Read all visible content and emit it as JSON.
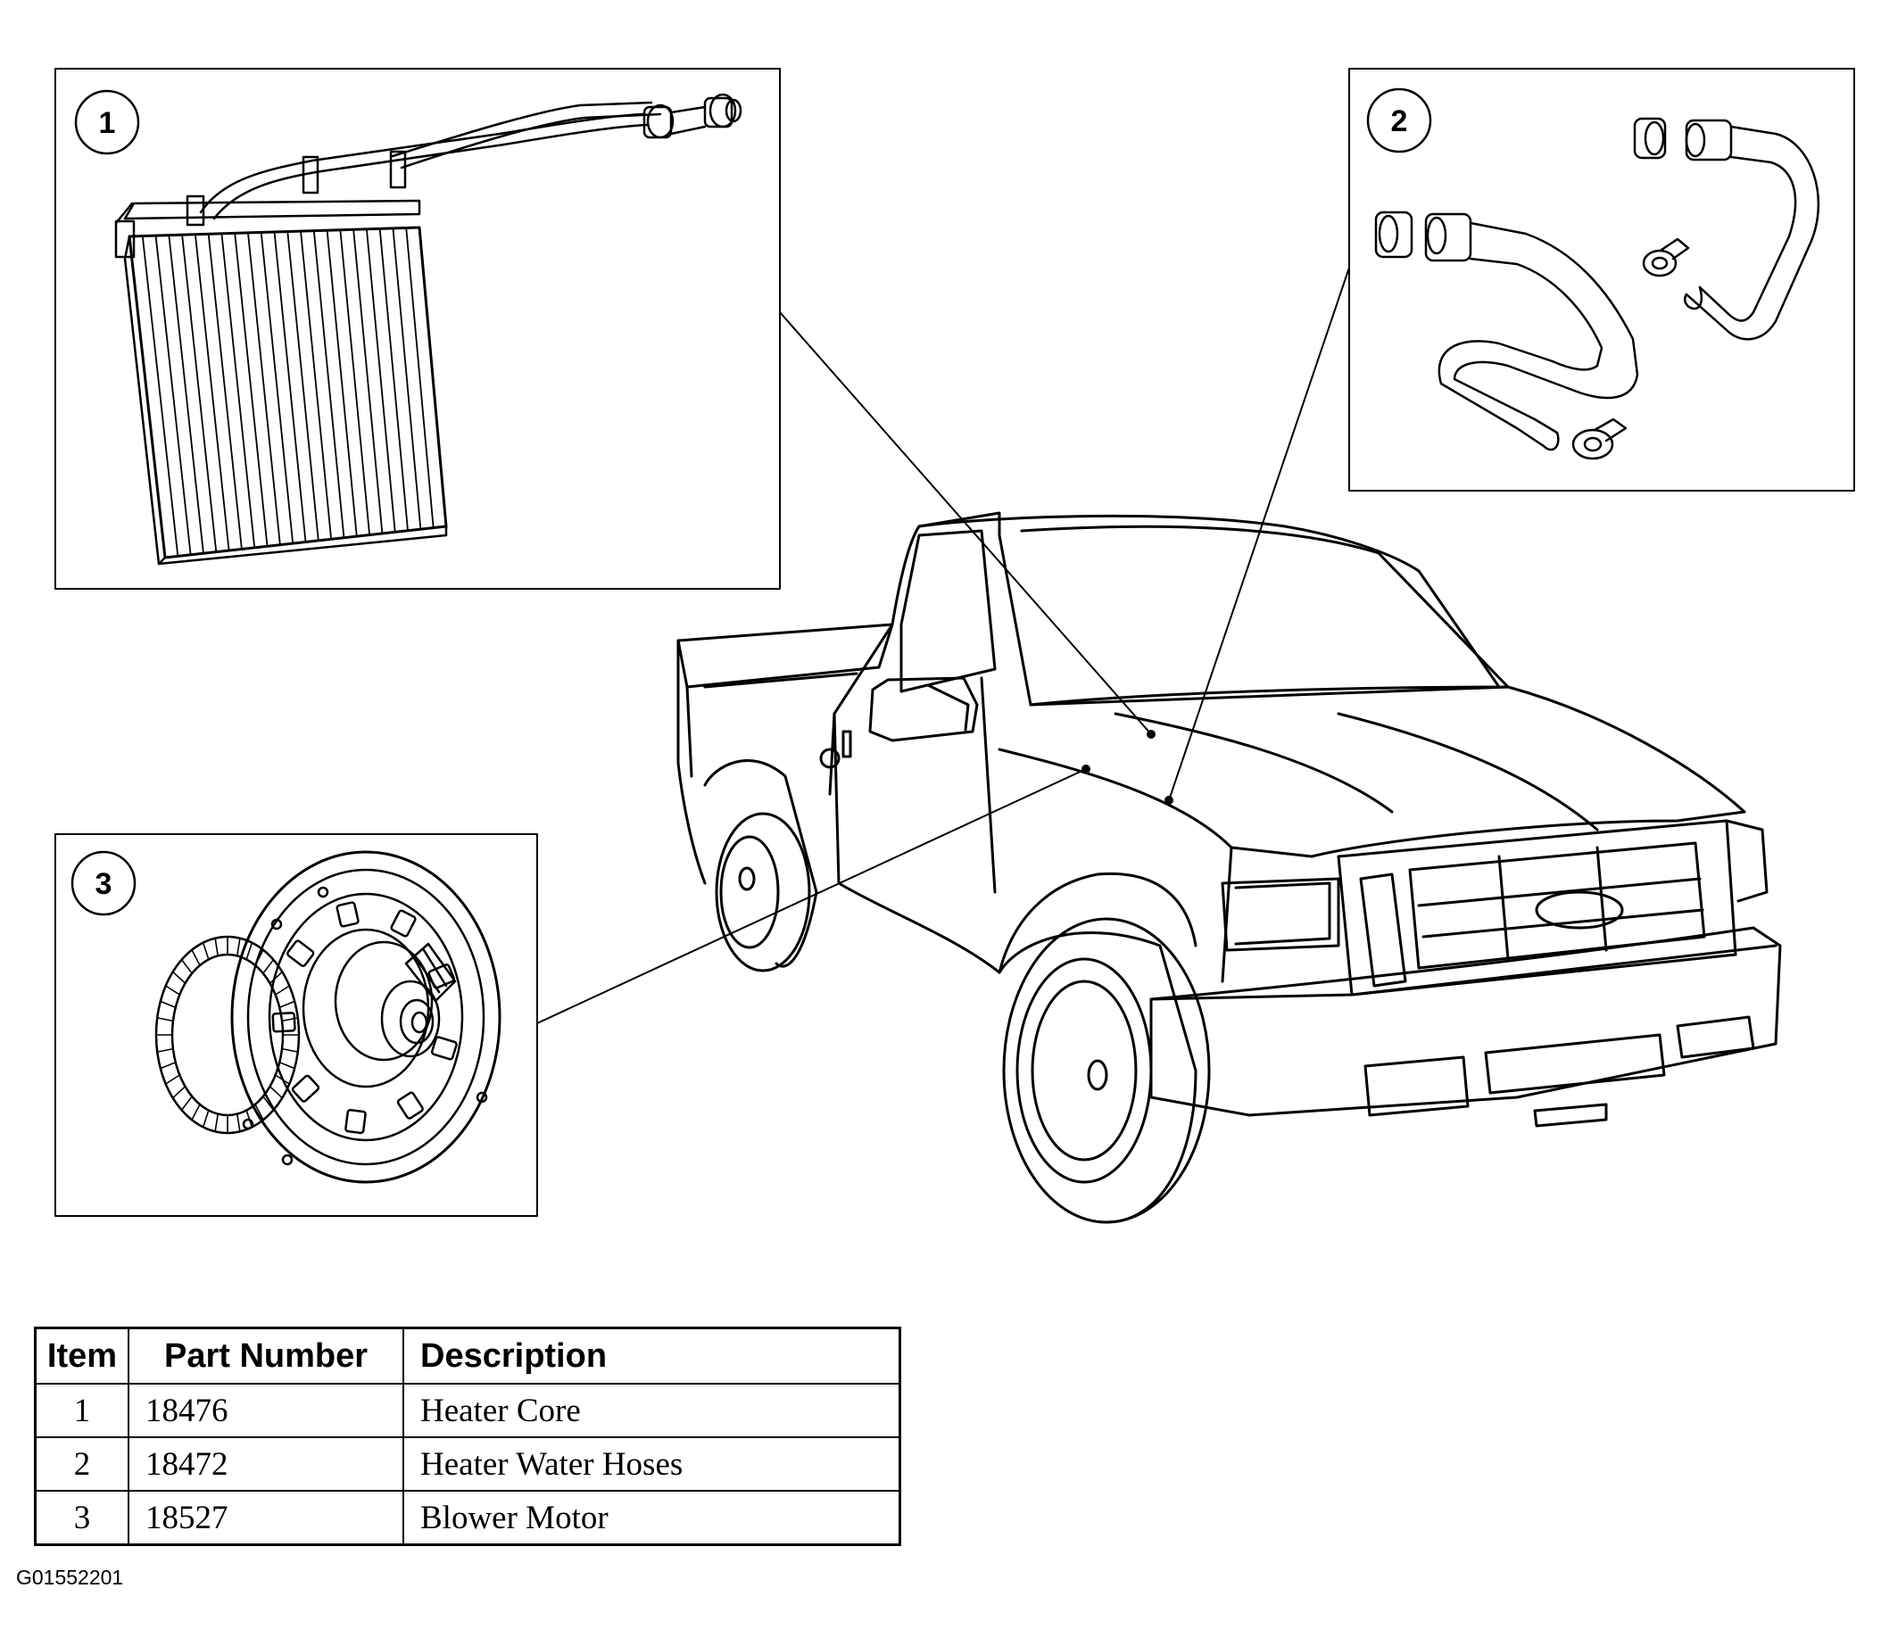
{
  "callouts": [
    "1",
    "2",
    "3"
  ],
  "table": {
    "headers": [
      "Item",
      "Part Number",
      "Description"
    ],
    "rows": [
      {
        "item": "1",
        "part_number": "18476",
        "description": "Heater Core"
      },
      {
        "item": "2",
        "part_number": "18472",
        "description": "Heater Water Hoses"
      },
      {
        "item": "3",
        "part_number": "18527",
        "description": "Blower Motor"
      }
    ]
  },
  "figure_id": "G01552201"
}
